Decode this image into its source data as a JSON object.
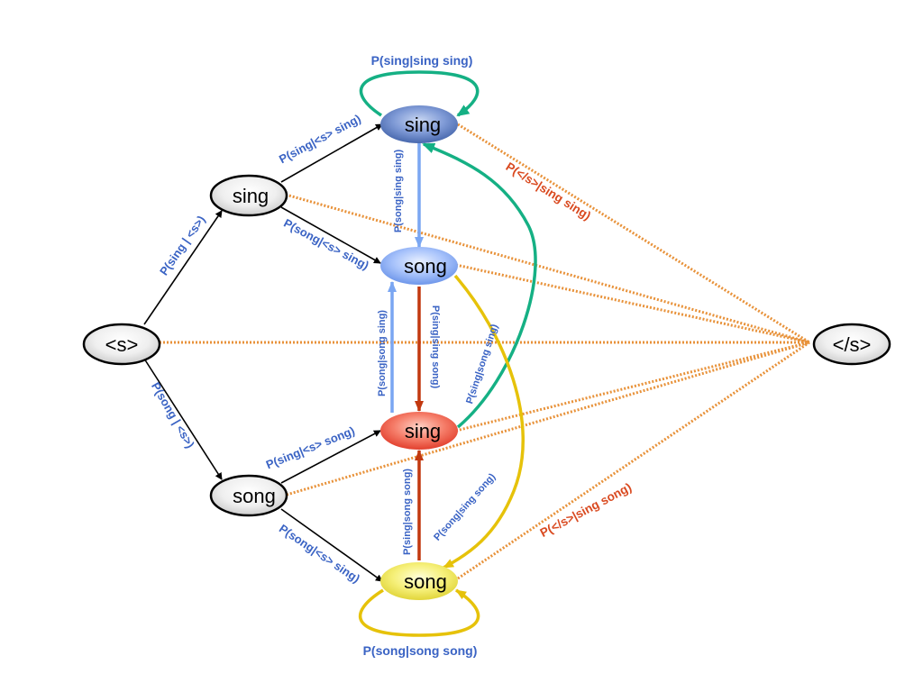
{
  "nodes": {
    "start": "<s>",
    "end": "</s>",
    "sing1": "sing",
    "song1": "song",
    "sing_sing": "sing",
    "sing_song": "song",
    "song_sing": "sing",
    "song_song": "song"
  },
  "labels": {
    "p_sing_s": "P(sing | <s>)",
    "p_song_s": "P(song | <s>)",
    "p_sing_s_sing": "P(sing|<s> sing)",
    "p_song_s_sing": "P(song|<s> sing)",
    "p_sing_s_song": "P(sing|<s> song)",
    "p_song_s_song": "P(song|<s> sing)",
    "p_sing_sing_sing": "P(sing|sing sing)",
    "p_song_sing_sing": "P(song|sing sing)",
    "p_sing_sing_song": "P(sing|sing song)",
    "p_song_song_sing": "P(song|song sing)",
    "p_sing_song_sing": "P(sing|song sing)",
    "p_sing_song_song": "P(sing|song song)",
    "p_song_sing_song": "P(song|sing song)",
    "p_song_song_song": "P(song|song song)",
    "p_end_sing_sing": "P(</s>|sing sing)",
    "p_end_sing_song": "P(</s>|sing song)"
  },
  "colors": {
    "green": "#15b084",
    "light_blue": "#7aa6f2",
    "dark_red": "#c2380f",
    "yellow": "#e6c20a",
    "orange_dotted": "#e8923a",
    "label_blue": "#3a63c4",
    "label_red": "#d9491f"
  }
}
